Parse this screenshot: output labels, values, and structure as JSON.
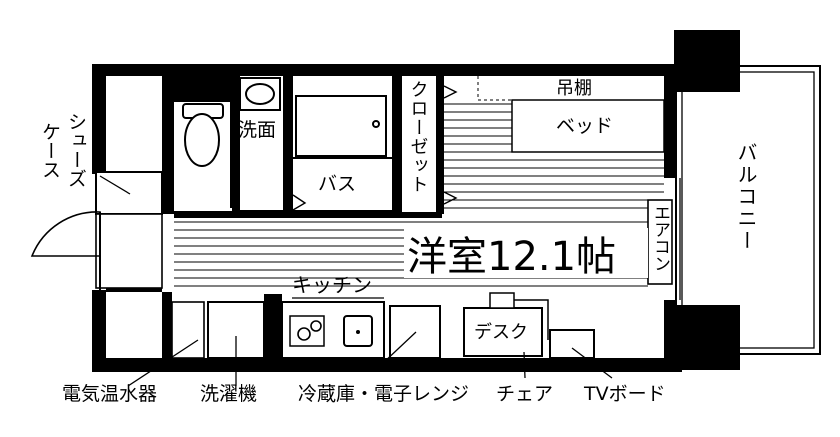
{
  "rooms": {
    "main_room": "洋室12.1帖",
    "bath": "バス",
    "washroom": "洗面",
    "kitchen": "キッチン",
    "closet": "クローゼット",
    "shoe_case": "シューズケース",
    "balcony": "バルコニー",
    "air_conditioner": "エアコン",
    "upper_shelf": "吊棚"
  },
  "furniture": {
    "bed": "ベッド",
    "desk": "デスク"
  },
  "callouts": {
    "water_heater": "電気温水器",
    "washing_machine": "洗濯機",
    "fridge_microwave": "冷蔵庫・電子レンジ",
    "chair": "チェア",
    "tv_board": "TVボード"
  }
}
